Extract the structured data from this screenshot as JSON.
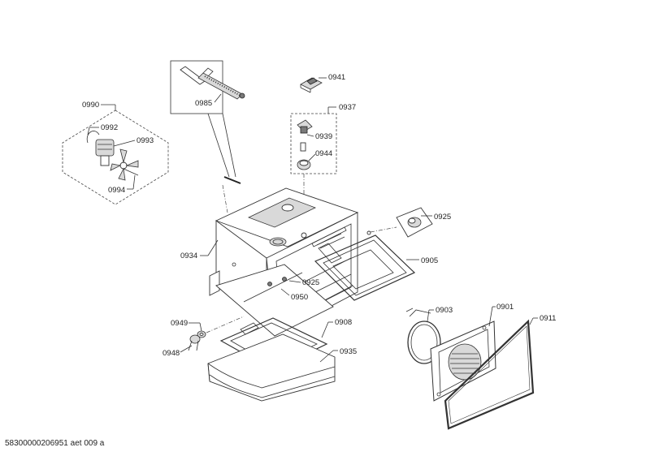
{
  "labels": {
    "p0990": "0990",
    "p0992": "0992",
    "p0993": "0993",
    "p0994": "0994",
    "p0985": "0985",
    "p0941": "0941",
    "p0937": "0937",
    "p0939": "0939",
    "p0944": "0944",
    "p0925a": "0925",
    "p0925b": "0925",
    "p0934": "0934",
    "p0950": "0950",
    "p0905": "0905",
    "p0903": "0903",
    "p0901": "0901",
    "p0911": "0911",
    "p0949": "0949",
    "p0948": "0948",
    "p0908": "0908",
    "p0935": "0935"
  },
  "footer": {
    "drawing_id": "58300000206951 aet 009 a"
  }
}
